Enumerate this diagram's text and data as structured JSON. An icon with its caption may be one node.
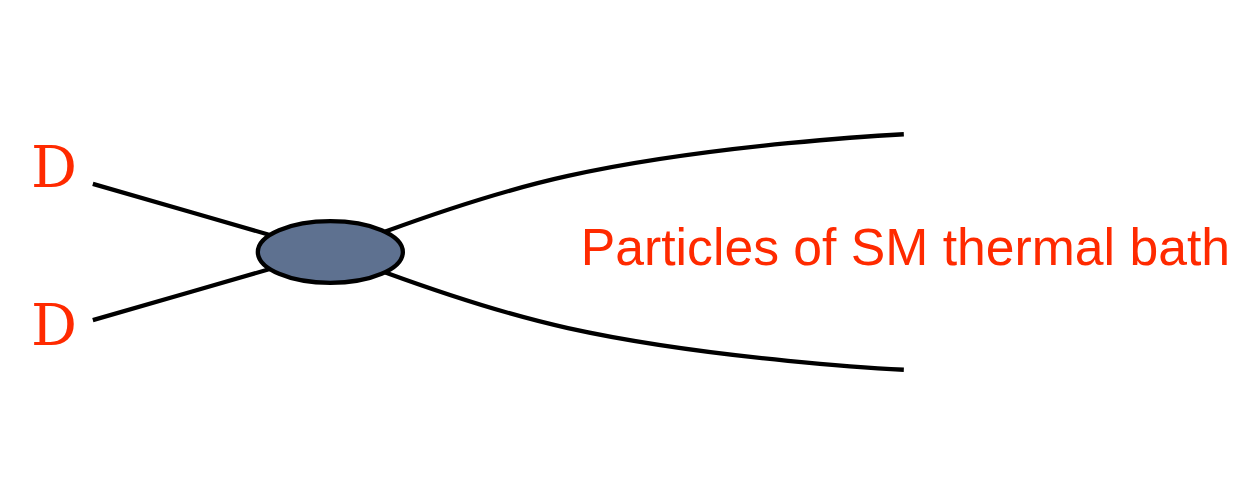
{
  "diagram": {
    "nodes": [
      {
        "text": [
          "D"
        ]
      },
      {
        "text": [
          "D"
        ]
      },
      {
        "text": [],
        "shape": "ellipse"
      }
    ],
    "edges": [
      {
        "from": 0,
        "to": 2,
        "arrow": "none"
      },
      {
        "from": 1,
        "to": 2,
        "arrow": "none"
      },
      {
        "from": 2,
        "to": null,
        "arrow": "none"
      },
      {
        "from": 2,
        "to": null,
        "arrow": "none"
      }
    ],
    "labels": [
      "Particles of SM thermal bath"
    ]
  }
}
